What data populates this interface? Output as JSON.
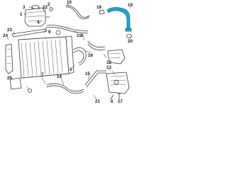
{
  "diagram": {
    "callouts": {
      "c1": "1",
      "c2": "2",
      "c3": "3",
      "c4": "4",
      "c5": "5",
      "c6": "6",
      "c7": "7",
      "c8": "8",
      "c9": "9",
      "c10": "10",
      "c11": "11",
      "c12": "12",
      "c13": "13",
      "c14": "14",
      "c15": "15",
      "c16": "16",
      "c17": "17",
      "c18": "18",
      "c19": "19",
      "c20": "20",
      "c21": "21",
      "c22": "22",
      "c23": "23",
      "c24": "24",
      "c25": "25"
    },
    "highlight_part": "19",
    "highlight_color": "#1aa3d9"
  }
}
